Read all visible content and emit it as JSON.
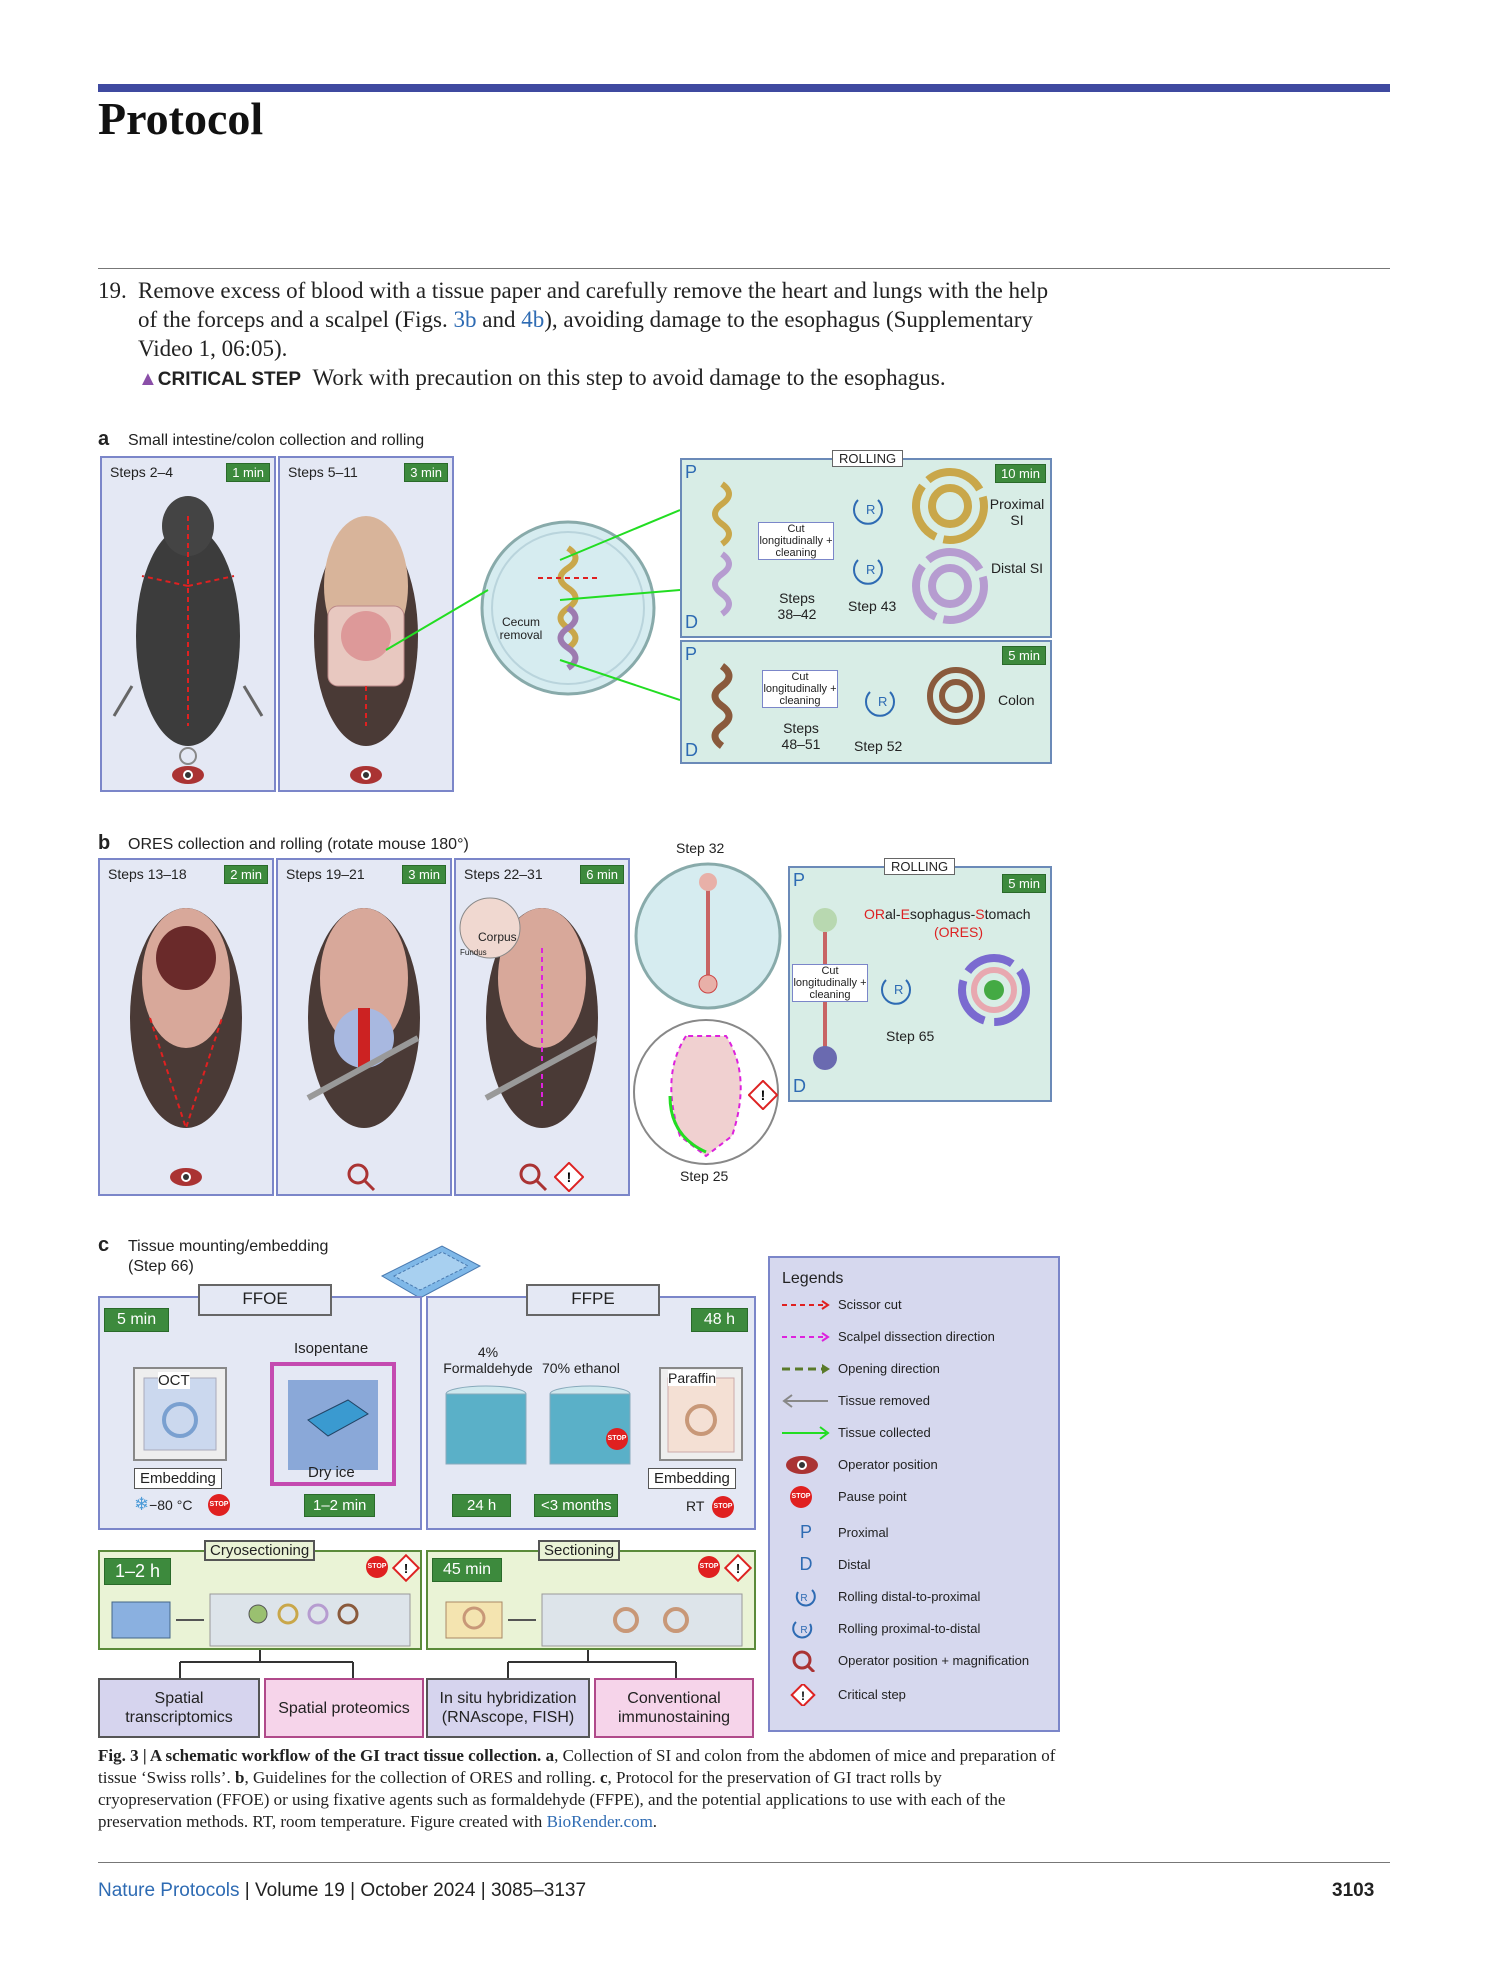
{
  "header": {
    "title": "Protocol"
  },
  "step19": {
    "num": "19.",
    "text_a": "Remove excess of blood with a tissue paper and carefully remove the heart and lungs with the help of the forceps and a scalpel (Figs. ",
    "link_3b": "3b",
    "and": " and ",
    "link_4b": "4b",
    "text_b": "), avoiding damage to the esophagus (Supplementary Video 1, 06:05).",
    "critical_label": "CRITICAL STEP",
    "critical_text": "Work with precaution on this step to avoid damage to the esophagus."
  },
  "panel_a": {
    "letter": "a",
    "title": "Small intestine/colon collection and rolling",
    "box1_steps": "Steps 2–4",
    "box1_time": "1 min",
    "box2_steps": "Steps 5–11",
    "box2_time": "3 min",
    "cecum": "Cecum removal",
    "rolling": "ROLLING",
    "si_time": "10 min",
    "p": "P",
    "d": "D",
    "cut": "Cut longitudinally + cleaning",
    "si_steps": "Steps 38–42",
    "si_step43": "Step 43",
    "proximal_si": "Proximal SI",
    "distal_si": "Distal SI",
    "colon_time": "5 min",
    "colon_steps": "Steps 48–51",
    "colon_step52": "Step 52",
    "colon": "Colon",
    "r": "R"
  },
  "panel_b": {
    "letter": "b",
    "title": "ORES collection and rolling (rotate mouse 180°)",
    "box1_steps": "Steps 13–18",
    "box1_time": "2 min",
    "box2_steps": "Steps 19–21",
    "box2_time": "3 min",
    "box3_steps": "Steps 22–31",
    "box3_time": "6 min",
    "corpus": "Corpus",
    "fundus": "Fundus",
    "step32": "Step 32",
    "step25": "Step 25",
    "rolling": "ROLLING",
    "ores_time": "5 min",
    "ores_name_or": "OR",
    "ores_name_al": "al-",
    "ores_name_e": "E",
    "ores_name_soph": "sophagus-",
    "ores_name_s": "S",
    "ores_name_tomach": "tomach",
    "ores_abbr": "(ORES)",
    "cut": "Cut longitudinally + cleaning",
    "step65": "Step 65",
    "p": "P",
    "d": "D",
    "r": "R"
  },
  "panel_c": {
    "letter": "c",
    "title": "Tissue mounting/embedding",
    "subtitle": "(Step 66)",
    "ffoe": "FFOE",
    "ffpe": "FFPE",
    "ffoe_time": "5 min",
    "ffpe_time": "48 h",
    "isopentane": "Isopentane",
    "oct": "OCT",
    "dry_ice": "Dry ice",
    "embedding": "Embedding",
    "temp": "−80 °C",
    "iso_time": "1–2 min",
    "formaldehyde": "4% Formaldehyde",
    "ethanol": "70% ethanol",
    "paraffin": "Paraffin",
    "form_time": "24 h",
    "eth_time": "<3 months",
    "embedding2": "Embedding",
    "rt": "RT",
    "stop": "STOP",
    "cryo_time": "1–2 h",
    "cryosectioning": "Cryosectioning",
    "sect_time": "45 min",
    "sectioning": "Sectioning",
    "apps": [
      "Spatial transcriptomics",
      "Spatial proteomics",
      "In situ hybridization (RNAscope, FISH)",
      "Conventional immunostaining"
    ]
  },
  "legend": {
    "title": "Legends",
    "items": [
      "Scissor cut",
      "Scalpel dissection direction",
      "Opening direction",
      "Tissue removed",
      "Tissue collected",
      "Operator position",
      "Pause point",
      "Proximal",
      "Distal",
      "Rolling distal-to-proximal",
      "Rolling proximal-to-distal",
      "Operator position + magnification",
      "Critical step"
    ],
    "p": "P",
    "d": "D",
    "r": "R",
    "stop": "STOP"
  },
  "caption": {
    "bold": "Fig. 3 | A schematic workflow of the GI tract tissue collection.",
    "a": "a",
    "text1": ", Collection of SI and colon from the abdomen of mice and preparation of tissue ‘Swiss rolls’. ",
    "b": "b",
    "text2": ", Guidelines for the collection of ORES and rolling. ",
    "c": "c",
    "text3": ", Protocol for the preservation of GI tract rolls by cryopreservation (FFOE) or using fixative agents such as formaldehyde (FFPE), and the potential applications to use with each of the preservation methods. RT, room temperature. Figure created with ",
    "link": "BioRender.com",
    "end": "."
  },
  "footer": {
    "journal": "Nature Protocols",
    "sep": " | ",
    "volume": "Volume 19",
    "date": "October 2024",
    "pages": "3085–3137",
    "page_number": "3103"
  },
  "colors": {
    "accent": "#3f4aa0",
    "link": "#2e6bb3",
    "green_tag": "#3d8a3d",
    "panel_bg": "#e4e8f4"
  }
}
